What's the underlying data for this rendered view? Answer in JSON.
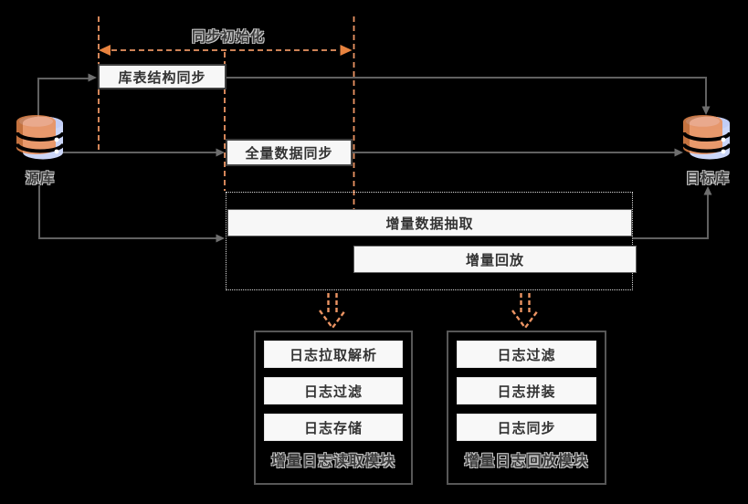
{
  "diagram": {
    "phase_label": "同步初始化",
    "nodes": {
      "source_db": {
        "label": "源库",
        "icon": "database-icon"
      },
      "target_db": {
        "label": "目标库",
        "icon": "database-icon"
      },
      "schema_sync": {
        "label": "库表结构同步"
      },
      "full_data_sync": {
        "label": "全量数据同步"
      },
      "incremental_extract": {
        "label": "增量数据抽取"
      },
      "incremental_replay": {
        "label": "增量回放"
      }
    },
    "modules": [
      {
        "title": "增量日志读取模块",
        "steps": [
          "日志拉取解析",
          "日志过滤",
          "日志存储"
        ]
      },
      {
        "title": "增量日志回放模块",
        "steps": [
          "日志过滤",
          "日志拼装",
          "日志同步"
        ]
      }
    ],
    "colors": {
      "background": "#000000",
      "box_fill": "#f7f7f7",
      "box_border": "#3e3e3e",
      "connector_gray": "#616161",
      "accent_orange": "#ec9463",
      "dotted_border": "#d8d8d8",
      "db_blue": "#cbd6f8",
      "db_orange": "#ef8c4e"
    }
  }
}
